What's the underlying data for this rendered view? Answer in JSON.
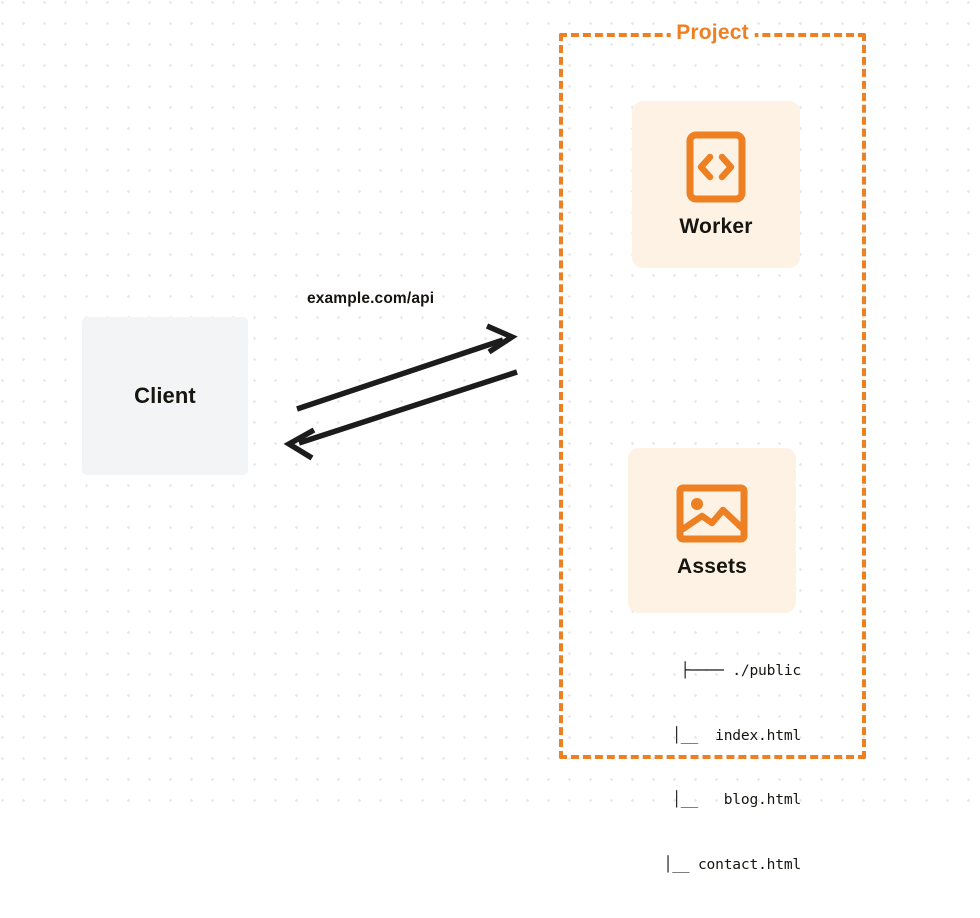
{
  "colors": {
    "accent_orange": "#ee8024",
    "card_background": "#fdf2e4",
    "client_background": "#f3f4f6",
    "text_dark": "#17150f",
    "arrow_stroke": "#1c1c1c",
    "dot_grid": "#e8e8ea",
    "canvas_background": "#ffffff"
  },
  "client": {
    "label": "Client",
    "icon": "none"
  },
  "connection": {
    "label": "example.com/api",
    "request_arrow_icon": "arrow-right-icon",
    "response_arrow_icon": "arrow-left-icon"
  },
  "project": {
    "title": "Project",
    "border_style": "dashed",
    "cards": [
      {
        "id": "worker",
        "label": "Worker",
        "icon": "code-brackets-icon"
      },
      {
        "id": "assets",
        "label": "Assets",
        "icon": "image-picture-icon"
      }
    ],
    "file_tree": [
      "├──── ./public",
      "     │__  index.html",
      "     │__   blog.html",
      "     │__ contact.html"
    ]
  }
}
